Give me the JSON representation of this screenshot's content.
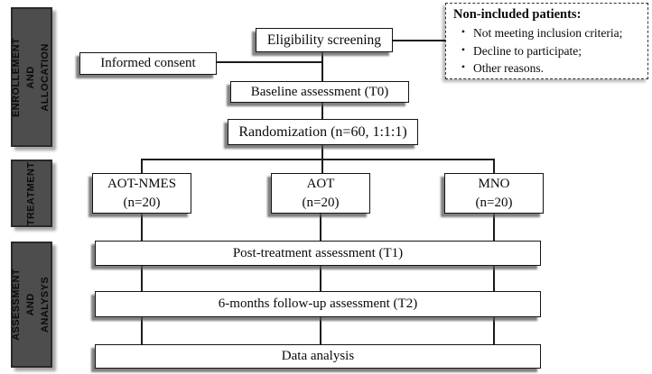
{
  "sidebar": {
    "sections": [
      {
        "label": "ENROLLEMENT\nAND ALLOCATION"
      },
      {
        "label": "TREATMENT"
      },
      {
        "label": "ASSESSMENT AND\nANALYSYS"
      }
    ]
  },
  "flow": {
    "eligibility": "Eligibility screening",
    "informed_consent": "Informed consent",
    "baseline": "Baseline assessment (T0)",
    "randomization": "Randomization (n=60, 1:1:1)",
    "arms": [
      {
        "name": "AOT-NMES",
        "n": "(n=20)"
      },
      {
        "name": "AOT",
        "n": "(n=20)"
      },
      {
        "name": "MNO",
        "n": "(n=20)"
      }
    ],
    "post_treatment": "Post-treatment assessment (T1)",
    "follow_up": "6-months follow-up assessment (T2)",
    "data_analysis": "Data analysis"
  },
  "non_included": {
    "title": "Non-included patients:",
    "bullet": "•",
    "items": [
      "Not meeting inclusion criteria;",
      "Decline to participate;",
      "Other reasons."
    ]
  },
  "colors": {
    "sidebar_bg": "#4d4d4d",
    "line": "#1b1b1b",
    "box_border": "#141414"
  }
}
